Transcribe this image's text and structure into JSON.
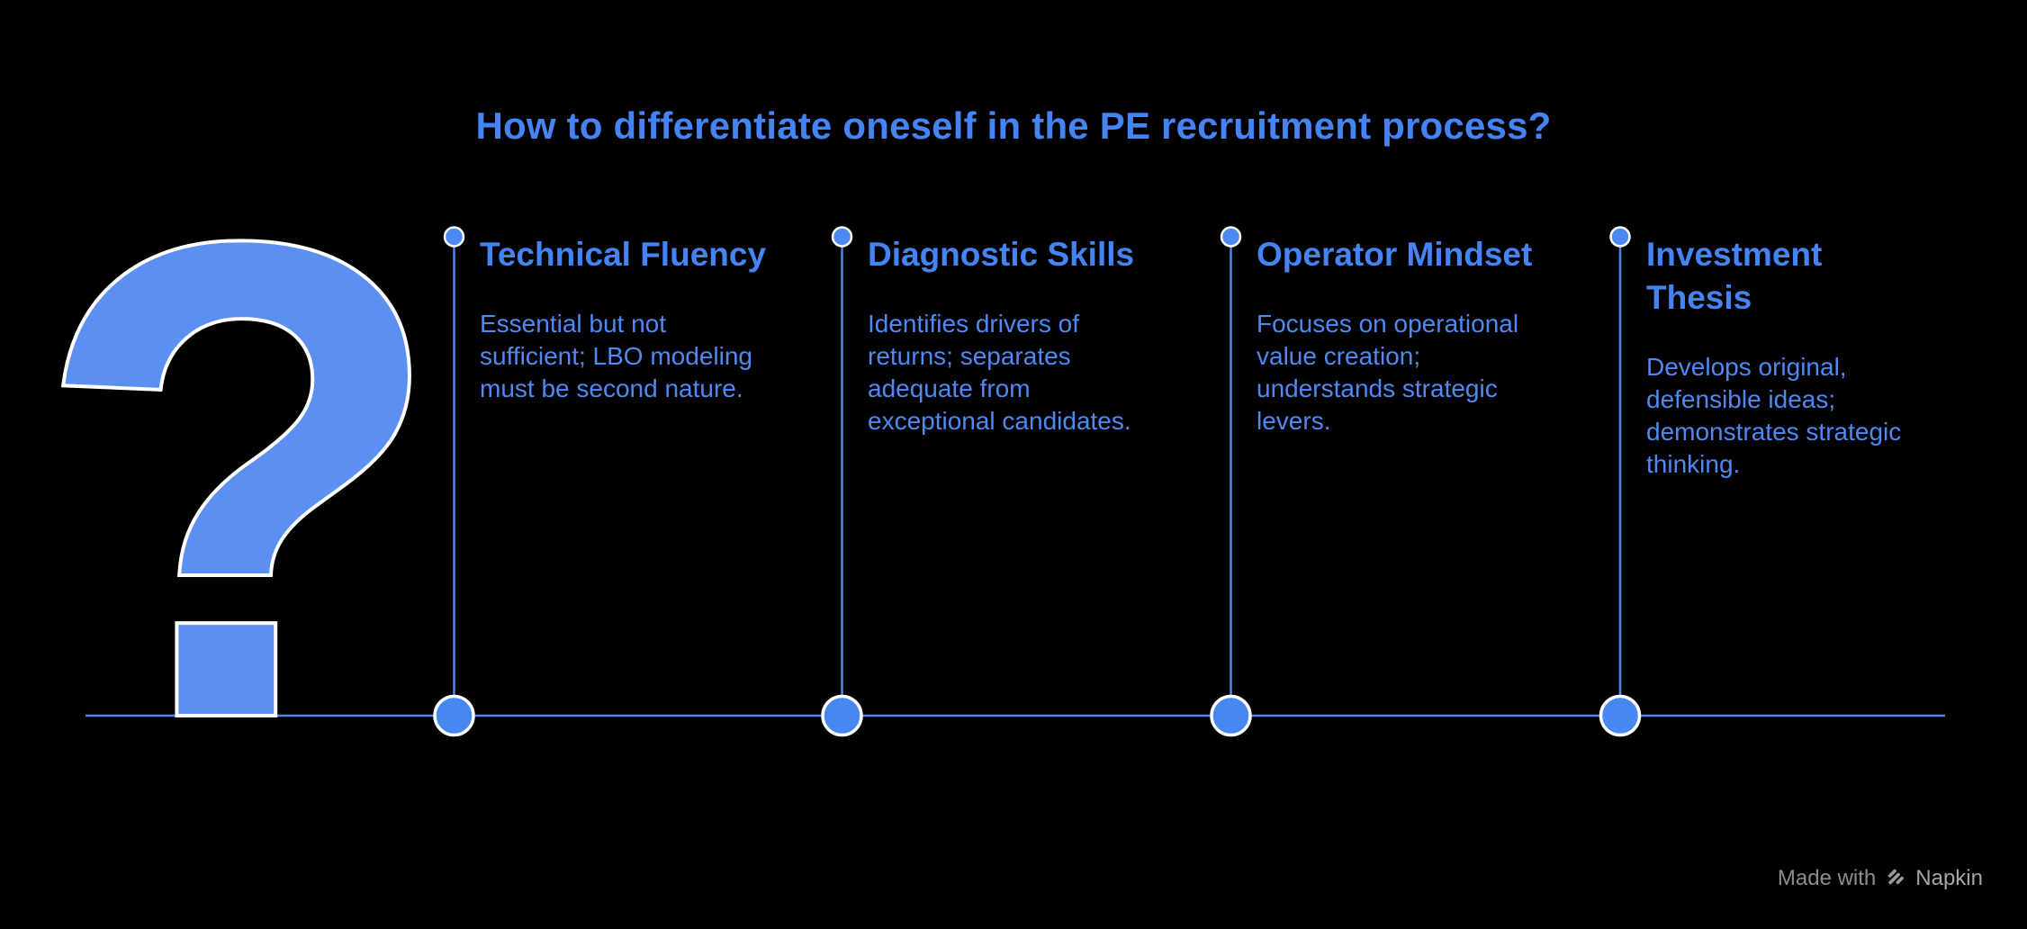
{
  "title": "How to differentiate oneself in the PE recruitment process?",
  "question_mark_glyph": "?",
  "columns": [
    {
      "heading": "Technical Fluency",
      "body": "Essential but not\nsufficient; LBO modeling\nmust be second nature."
    },
    {
      "heading": "Diagnostic Skills",
      "body": "Identifies drivers of\nreturns; separates\nadequate from\nexceptional candidates."
    },
    {
      "heading": "Operator Mindset",
      "body": "Focuses on operational\nvalue creation;\nunderstands strategic\nlevers."
    },
    {
      "heading": "Investment\nThesis",
      "body": "Develops original,\ndefensible ideas;\ndemonstrates strategic\nthinking."
    }
  ],
  "watermark": {
    "made_with": "Made with",
    "brand": "Napkin"
  },
  "colors": {
    "background": "#000000",
    "title_blue": "#4584f4",
    "heading_blue": "#4584f4",
    "body_blue": "#5089f4",
    "question_mark_blue": "#5b8ff2",
    "line_blue": "#4c87f0",
    "dot_blue": "#4787f0",
    "dot_ring_white": "#ffffff",
    "watermark_gray": "#8d8d8d"
  }
}
